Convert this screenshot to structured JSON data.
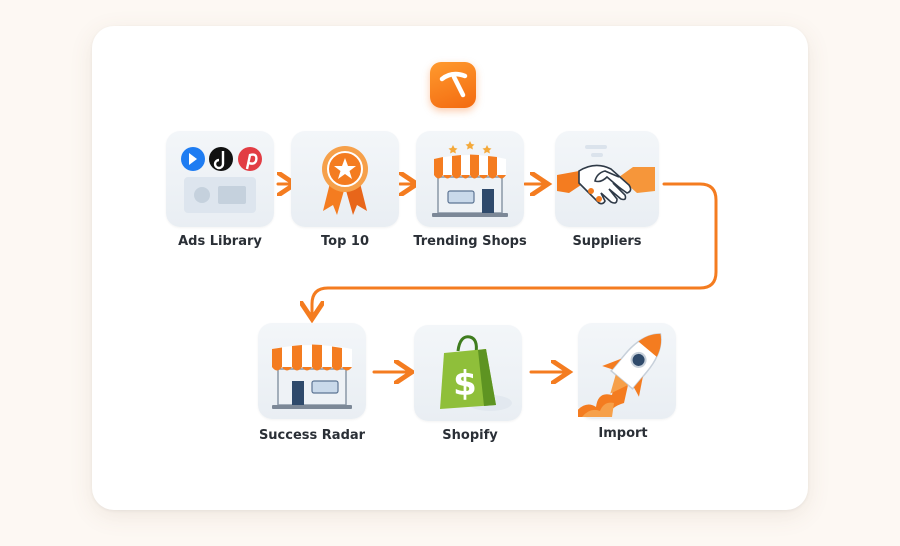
{
  "brand": {
    "logo_icon": "pickaxe-icon",
    "accent": "#f47c20"
  },
  "steps": [
    {
      "label": "Ads Library",
      "icon": "ads-library-icon"
    },
    {
      "label": "Top 10",
      "icon": "award-ribbon-icon"
    },
    {
      "label": "Trending Shops",
      "icon": "storefront-icon"
    },
    {
      "label": "Suppliers",
      "icon": "handshake-icon"
    },
    {
      "label": "Success Radar",
      "icon": "storefront-icon"
    },
    {
      "label": "Shopify",
      "icon": "shopify-bag-icon"
    },
    {
      "label": "Import",
      "icon": "rocket-icon"
    }
  ]
}
